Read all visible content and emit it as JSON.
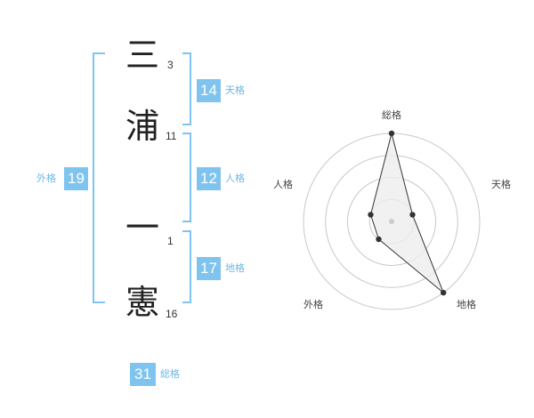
{
  "name": {
    "chars": [
      {
        "char": "三",
        "strokes": "3"
      },
      {
        "char": "浦",
        "strokes": "11"
      },
      {
        "char": "一",
        "strokes": "1"
      },
      {
        "char": "憲",
        "strokes": "16"
      }
    ]
  },
  "fortunes": {
    "tenkaku": {
      "value": "14",
      "label": "天格"
    },
    "jinkaku": {
      "value": "12",
      "label": "人格"
    },
    "chikaku": {
      "value": "17",
      "label": "地格"
    },
    "gaikaku": {
      "value": "19",
      "label": "外格"
    },
    "soukaku": {
      "value": "31",
      "label": "総格"
    }
  },
  "colors": {
    "accent": "#7fc4ee",
    "bracket": "#7fc4ee",
    "badge_text": "#ffffff"
  },
  "chart_data": {
    "type": "radar",
    "axes": [
      "総格",
      "天格",
      "地格",
      "外格",
      "人格"
    ],
    "values": [
      4,
      1,
      4,
      1,
      1
    ],
    "range": [
      0,
      4
    ],
    "rings": 4,
    "grid": true
  }
}
